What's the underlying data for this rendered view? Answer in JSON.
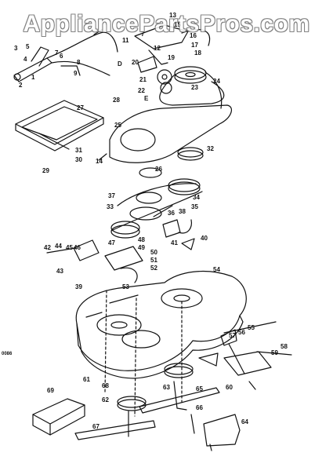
{
  "watermark": "AppliancePartsPros.com",
  "side_code": "0086",
  "colors": {
    "ink": "#111111",
    "watermark_outline": "#6e6e6e",
    "background": "#ffffff"
  },
  "callouts": [
    {
      "id": "c1",
      "text": "1"
    },
    {
      "id": "c2",
      "text": "2"
    },
    {
      "id": "c3",
      "text": "3"
    },
    {
      "id": "c4",
      "text": "4"
    },
    {
      "id": "c5",
      "text": "5"
    },
    {
      "id": "c6",
      "text": "6"
    },
    {
      "id": "c7a",
      "text": "7"
    },
    {
      "id": "c8",
      "text": "8"
    },
    {
      "id": "c9",
      "text": "9"
    },
    {
      "id": "c7b",
      "text": "7"
    },
    {
      "id": "c11",
      "text": "11"
    },
    {
      "id": "c12",
      "text": "12"
    },
    {
      "id": "c13",
      "text": "13"
    },
    {
      "id": "c14",
      "text": "14"
    },
    {
      "id": "c15",
      "text": "15"
    },
    {
      "id": "c16",
      "text": "16"
    },
    {
      "id": "c17",
      "text": "17"
    },
    {
      "id": "c18",
      "text": "18"
    },
    {
      "id": "c19",
      "text": "19"
    },
    {
      "id": "c20",
      "text": "20"
    },
    {
      "id": "c21",
      "text": "21"
    },
    {
      "id": "c22",
      "text": "22"
    },
    {
      "id": "c23",
      "text": "23"
    },
    {
      "id": "c24",
      "text": "24"
    },
    {
      "id": "c25",
      "text": "25"
    },
    {
      "id": "c26",
      "text": "26"
    },
    {
      "id": "c27",
      "text": "27"
    },
    {
      "id": "c28",
      "text": "28"
    },
    {
      "id": "c29",
      "text": "29"
    },
    {
      "id": "c30",
      "text": "30"
    },
    {
      "id": "c31",
      "text": "31"
    },
    {
      "id": "c32",
      "text": "32"
    },
    {
      "id": "c33",
      "text": "33"
    },
    {
      "id": "c34",
      "text": "34"
    },
    {
      "id": "c35",
      "text": "35"
    },
    {
      "id": "c36",
      "text": "36"
    },
    {
      "id": "c37",
      "text": "37"
    },
    {
      "id": "c38",
      "text": "38"
    },
    {
      "id": "c39",
      "text": "39"
    },
    {
      "id": "c40",
      "text": "40"
    },
    {
      "id": "c41",
      "text": "41"
    },
    {
      "id": "c42",
      "text": "42"
    },
    {
      "id": "c43",
      "text": "43"
    },
    {
      "id": "c44",
      "text": "44"
    },
    {
      "id": "c45",
      "text": "45"
    },
    {
      "id": "c46",
      "text": "46"
    },
    {
      "id": "c47",
      "text": "47"
    },
    {
      "id": "c48",
      "text": "48"
    },
    {
      "id": "c49",
      "text": "49"
    },
    {
      "id": "c50",
      "text": "50"
    },
    {
      "id": "c51",
      "text": "51"
    },
    {
      "id": "c52",
      "text": "52"
    },
    {
      "id": "c53",
      "text": "53"
    },
    {
      "id": "c54",
      "text": "54"
    },
    {
      "id": "c55",
      "text": "55"
    },
    {
      "id": "c56",
      "text": "56"
    },
    {
      "id": "c57",
      "text": "57"
    },
    {
      "id": "c58",
      "text": "58"
    },
    {
      "id": "c59",
      "text": "59"
    },
    {
      "id": "c60",
      "text": "60"
    },
    {
      "id": "c61",
      "text": "61"
    },
    {
      "id": "c62",
      "text": "62"
    },
    {
      "id": "c63",
      "text": "63"
    },
    {
      "id": "c64",
      "text": "64"
    },
    {
      "id": "c65",
      "text": "65"
    },
    {
      "id": "c66",
      "text": "66"
    },
    {
      "id": "c67",
      "text": "67"
    },
    {
      "id": "c68",
      "text": "68"
    },
    {
      "id": "c69",
      "text": "69"
    },
    {
      "id": "cD",
      "text": "D"
    },
    {
      "id": "cE",
      "text": "E"
    }
  ]
}
